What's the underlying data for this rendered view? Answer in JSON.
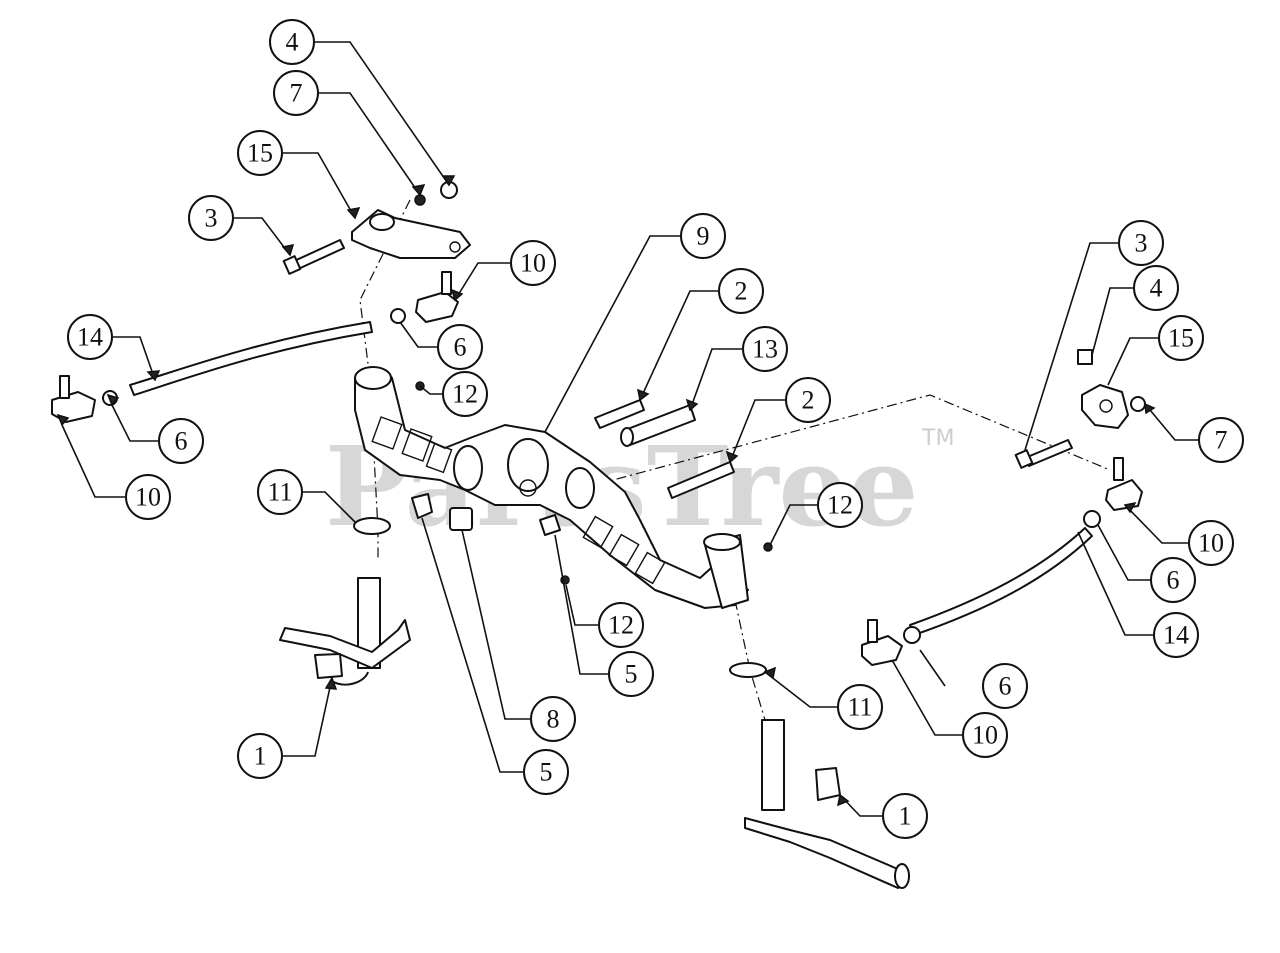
{
  "watermark": {
    "brand": "PartsTree",
    "trademark": "TM"
  },
  "callouts": [
    {
      "id": "c-4a",
      "label": "4"
    },
    {
      "id": "c-7a",
      "label": "7"
    },
    {
      "id": "c-15a",
      "label": "15"
    },
    {
      "id": "c-3a",
      "label": "3"
    },
    {
      "id": "c-10a",
      "label": "10"
    },
    {
      "id": "c-9",
      "label": "9"
    },
    {
      "id": "c-2a",
      "label": "2"
    },
    {
      "id": "c-13",
      "label": "13"
    },
    {
      "id": "c-2b",
      "label": "2"
    },
    {
      "id": "c-14a",
      "label": "14"
    },
    {
      "id": "c-6a",
      "label": "6"
    },
    {
      "id": "c-12a",
      "label": "12"
    },
    {
      "id": "c-6b",
      "label": "6"
    },
    {
      "id": "c-10b",
      "label": "10"
    },
    {
      "id": "c-11a",
      "label": "11"
    },
    {
      "id": "c-12b",
      "label": "12"
    },
    {
      "id": "c-12c",
      "label": "12"
    },
    {
      "id": "c-5a",
      "label": "5"
    },
    {
      "id": "c-8",
      "label": "8"
    },
    {
      "id": "c-5b",
      "label": "5"
    },
    {
      "id": "c-1a",
      "label": "1"
    },
    {
      "id": "c-3b",
      "label": "3"
    },
    {
      "id": "c-4b",
      "label": "4"
    },
    {
      "id": "c-15b",
      "label": "15"
    },
    {
      "id": "c-7b",
      "label": "7"
    },
    {
      "id": "c-10c",
      "label": "10"
    },
    {
      "id": "c-6c",
      "label": "6"
    },
    {
      "id": "c-14b",
      "label": "14"
    },
    {
      "id": "c-6d",
      "label": "6"
    },
    {
      "id": "c-10d",
      "label": "10"
    },
    {
      "id": "c-11b",
      "label": "11"
    },
    {
      "id": "c-1b",
      "label": "1"
    }
  ]
}
